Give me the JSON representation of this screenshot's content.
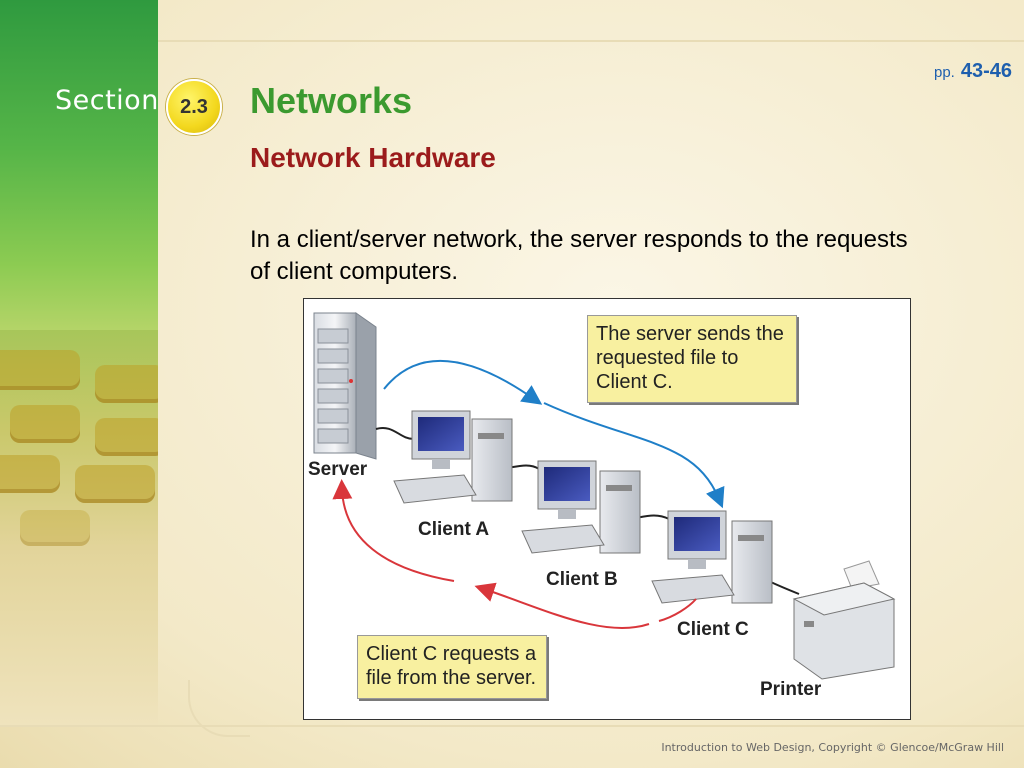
{
  "header": {
    "section_label": "Section",
    "section_number": "2.3",
    "title": "Networks",
    "subtitle": "Network Hardware",
    "pages_prefix": "pp.",
    "pages_range": "43-46"
  },
  "body": {
    "text": "In a client/server network, the server responds to the requests of client computers."
  },
  "figure": {
    "callout_top": "The server sends the requested file to Client C.",
    "callout_bottom": "Client C requests a file from the server.",
    "labels": {
      "server": "Server",
      "client_a": "Client A",
      "client_b": "Client B",
      "client_c": "Client C",
      "printer": "Printer"
    },
    "colors": {
      "send_arrow": "#1f7fc8",
      "request_arrow": "#d9363b"
    }
  },
  "footer": {
    "text": "Introduction to Web Design, Copyright © Glencoe/McGraw Hill"
  }
}
